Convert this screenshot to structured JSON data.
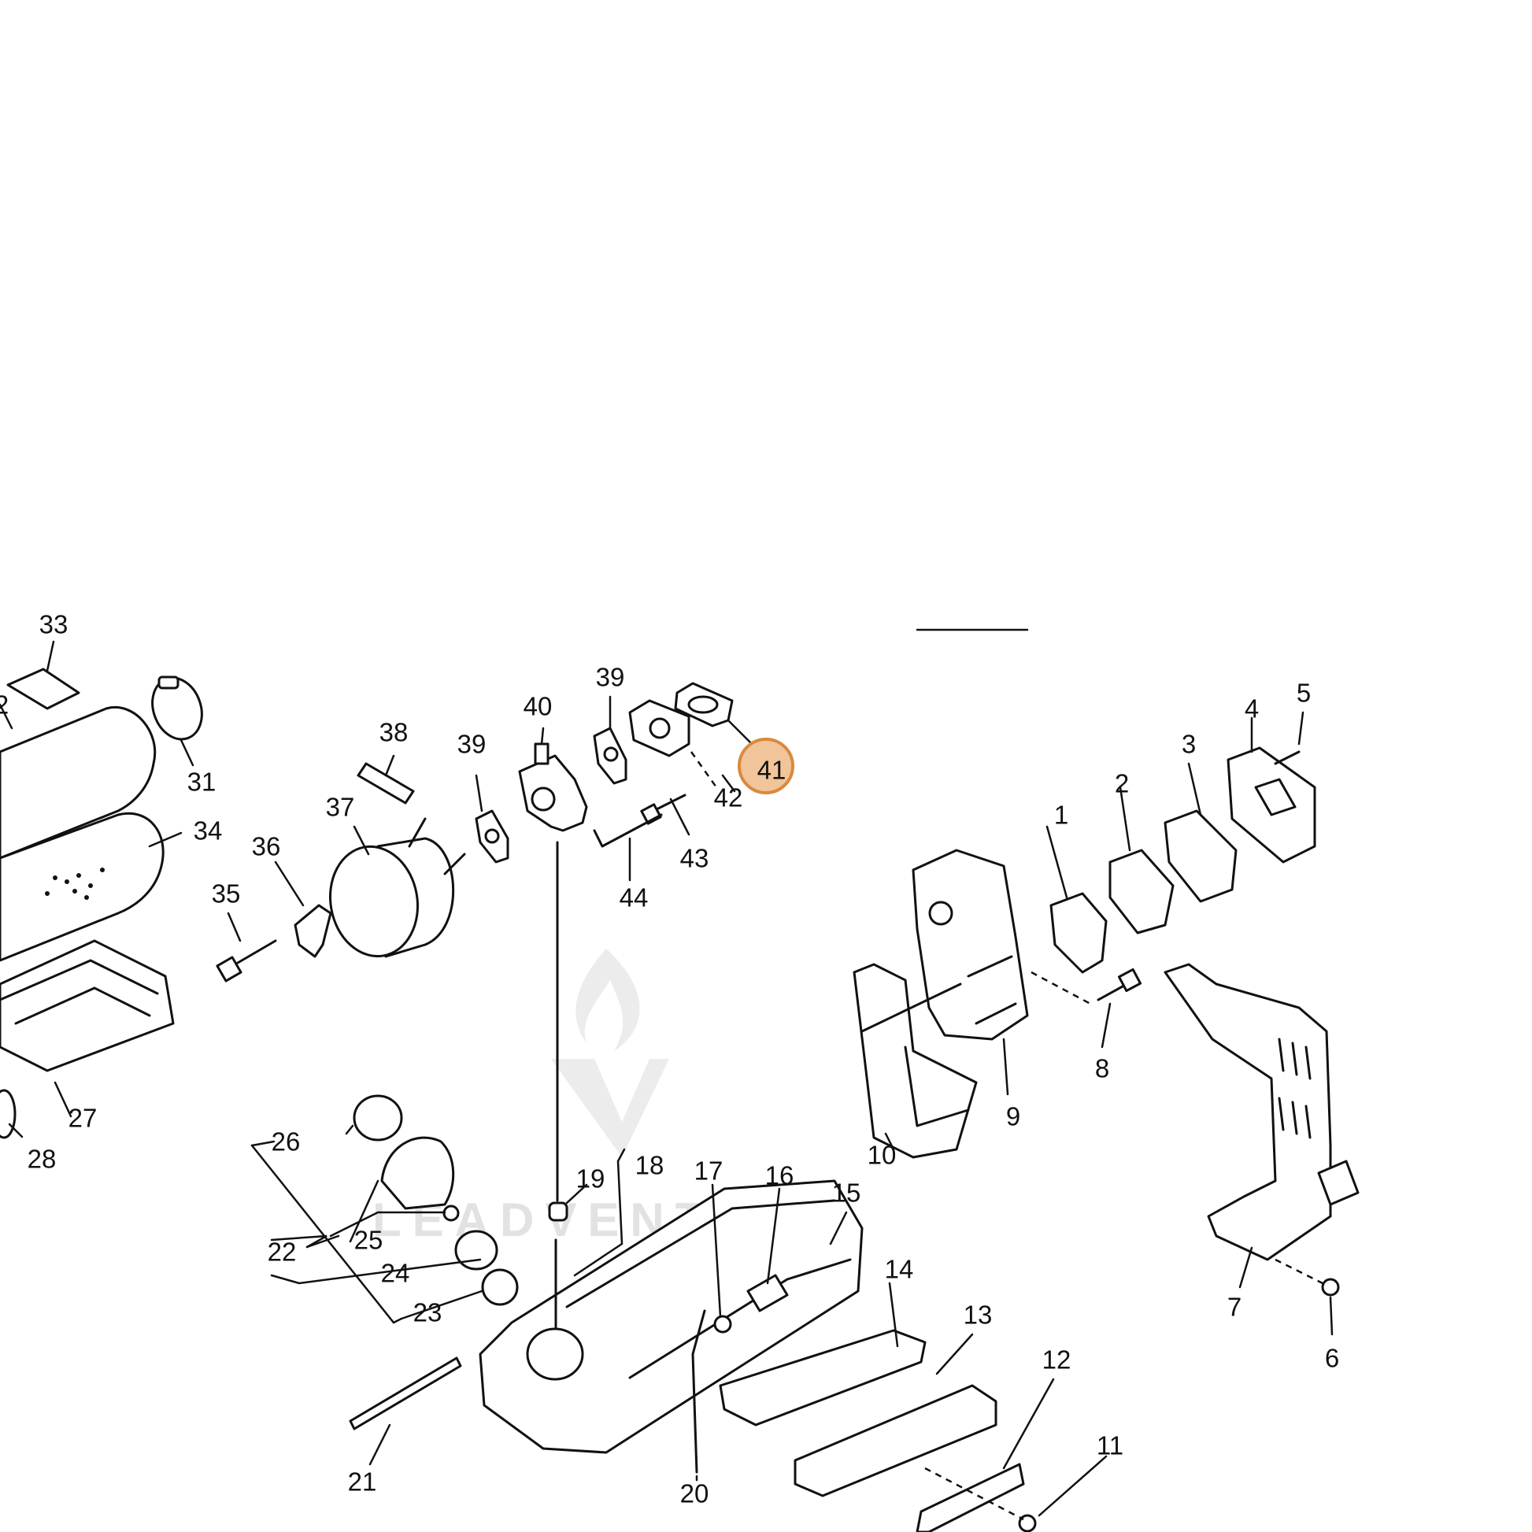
{
  "watermark": {
    "text": "LEADVENTURE"
  },
  "highlight": {
    "label": "41",
    "fill": "#f2c49a",
    "stroke": "#d98a3d"
  },
  "callouts": [
    "1",
    "2",
    "3",
    "4",
    "5",
    "6",
    "7",
    "8",
    "9",
    "10",
    "11",
    "12",
    "13",
    "14",
    "15",
    "16",
    "17",
    "18",
    "19",
    "20",
    "21",
    "22",
    "23",
    "24",
    "25",
    "26",
    "27",
    "28",
    "31",
    "33",
    "34",
    "35",
    "36",
    "37",
    "38",
    "39",
    "39",
    "40",
    "42",
    "43",
    "44"
  ],
  "partial_callouts": [
    "2"
  ]
}
